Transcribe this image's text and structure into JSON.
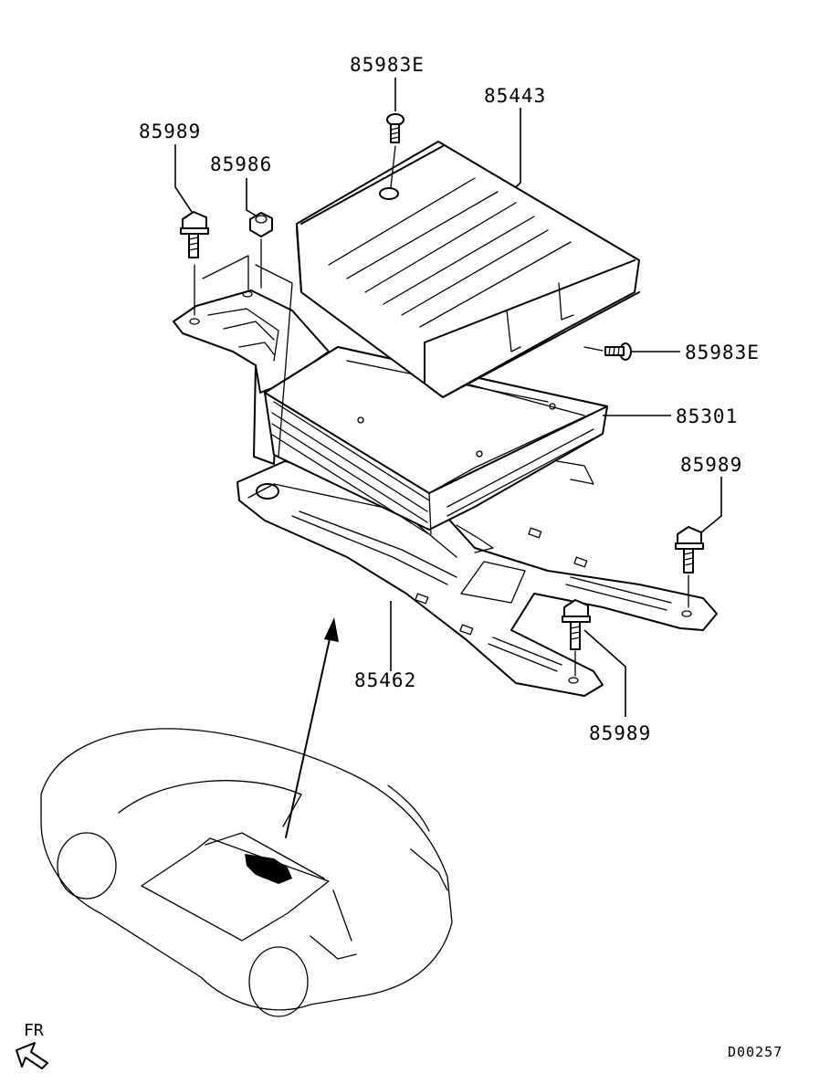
{
  "diagram": {
    "labels": [
      {
        "id": "l1",
        "text": "85983E"
      },
      {
        "id": "l2",
        "text": "85443"
      },
      {
        "id": "l3",
        "text": "85989"
      },
      {
        "id": "l4",
        "text": "85986"
      },
      {
        "id": "l5",
        "text": "85983E"
      },
      {
        "id": "l6",
        "text": "85301"
      },
      {
        "id": "l7",
        "text": "85989"
      },
      {
        "id": "l8",
        "text": "85462"
      },
      {
        "id": "l9",
        "text": "85989"
      }
    ],
    "direction_label": "FR",
    "figure_code": "D00257"
  }
}
